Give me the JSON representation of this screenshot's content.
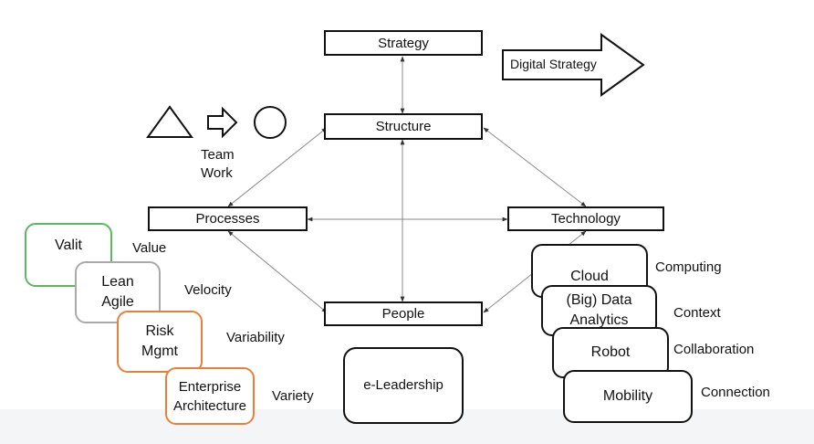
{
  "core": {
    "strategy": "Strategy",
    "structure": "Structure",
    "processes": "Processes",
    "technology": "Technology",
    "people": "People"
  },
  "digital_strategy": "Digital Strategy",
  "team_work": "Team\nWork",
  "left_stack": [
    {
      "label": "Valit",
      "tag": "Value",
      "border": "#5cb85c"
    },
    {
      "label": "Lean\nAgile",
      "tag": "Velocity",
      "border": "#a9a9a9"
    },
    {
      "label": "Risk\nMgmt",
      "tag": "Variability",
      "border": "#e8803a"
    },
    {
      "label": "Enterprise\nArchitecture",
      "tag": "Variety",
      "border": "#e8803a"
    }
  ],
  "e_leadership": "e-Leadership",
  "right_stack": [
    {
      "label": "Cloud",
      "tag": "Computing"
    },
    {
      "label": "(Big) Data\nAnalytics",
      "tag": "Context"
    },
    {
      "label": "Robot",
      "tag": "Collaboration"
    },
    {
      "label": "Mobility",
      "tag": "Connection"
    }
  ],
  "colors": {
    "line": "#8a8a8a",
    "ink": "#111111",
    "strip": "#f4f5f7"
  }
}
